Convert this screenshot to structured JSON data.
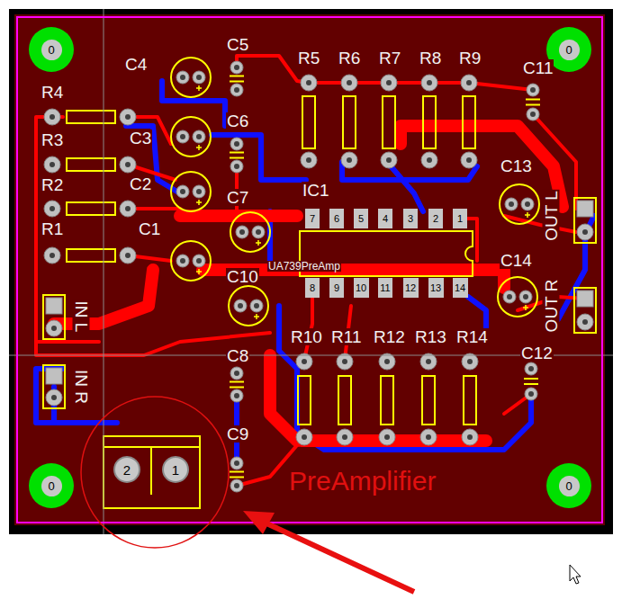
{
  "diagram": {
    "nodes": [
      {
        "text": [
          "0"
        ]
      },
      {
        "text": [
          "0"
        ]
      },
      {
        "text": [
          "0"
        ]
      },
      {
        "text": [
          "2"
        ]
      },
      {
        "text": [
          "1"
        ]
      },
      {
        "text": [
          "0"
        ]
      }
    ],
    "labels": [
      "C5",
      "R5",
      "R6",
      "R7",
      "R8",
      "R9",
      "C4",
      "C11",
      "R4",
      "C6",
      "R3",
      "C3",
      "C2",
      "C13",
      "IC1",
      "R2",
      "C7",
      "R1",
      "C1",
      "OUT L",
      "UA739PreAmp",
      "C14",
      "OUT R",
      "C10",
      "IN L",
      "R10",
      "R11",
      "R12",
      "R13",
      "R14",
      "C12",
      "C8",
      "IN R",
      "C9",
      "PreAmplifier",
      "7",
      "6",
      "5",
      "4",
      "3",
      "2",
      "1",
      "8",
      "9",
      "10",
      "11",
      "12",
      "13",
      "14"
    ]
  }
}
